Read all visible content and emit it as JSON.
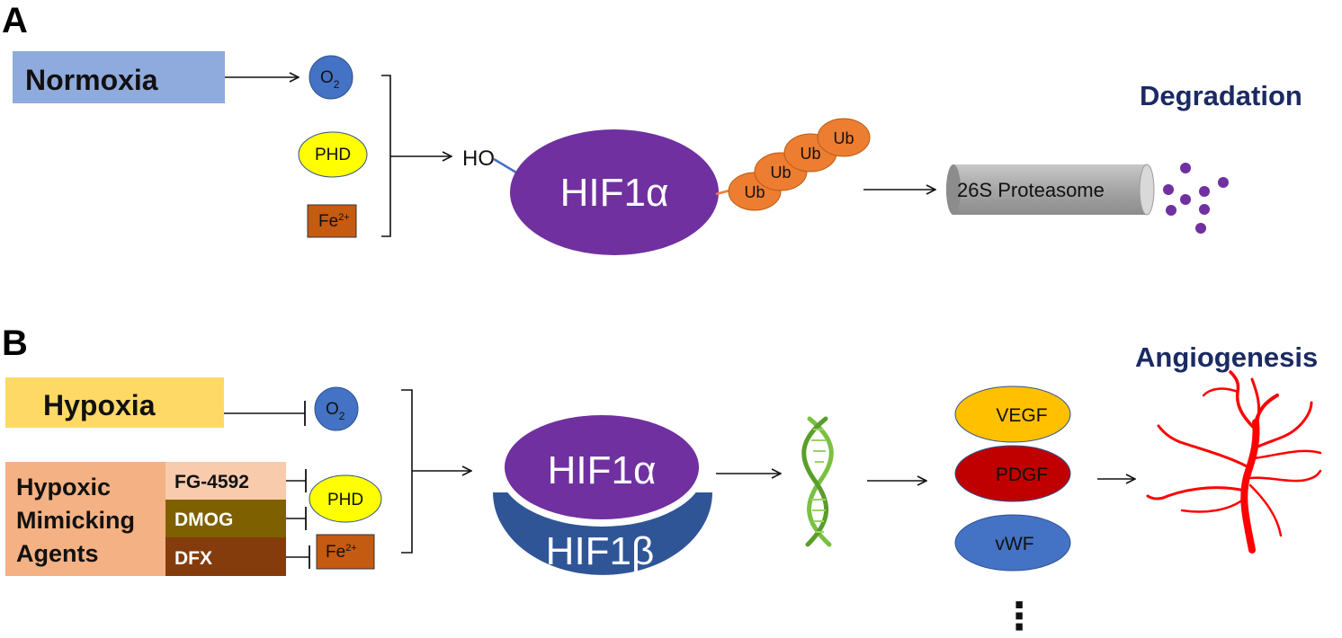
{
  "panel_a": {
    "letter": "A",
    "condition": "Normoxia",
    "o2": {
      "base": "O",
      "sub": "2"
    },
    "phd": "PHD",
    "fe": {
      "base": "Fe",
      "sup": "2+"
    },
    "ho": "HO",
    "hif1a": "HIF1α",
    "ub_labels": [
      "Ub",
      "Ub",
      "Ub",
      "Ub"
    ],
    "proteasome": "26S Proteasome",
    "outcome": "Degradation"
  },
  "panel_b": {
    "letter": "B",
    "condition": "Hypoxia",
    "agents_lines": [
      "Hypoxic",
      "Mimicking",
      "Agents"
    ],
    "drugs": [
      "FG-4592",
      "DMOG",
      "DFX"
    ],
    "o2": {
      "base": "O",
      "sub": "2"
    },
    "phd": "PHD",
    "fe": {
      "base": "Fe",
      "sup": "2+"
    },
    "hif1a": "HIF1α",
    "hif1b": "HIF1β",
    "factors": [
      "VEGF",
      "PDGF",
      "vWF"
    ],
    "ellipsis": "⋮",
    "outcome": "Angiogenesis"
  },
  "colors": {
    "normoxia_box": "#8faadc",
    "hypoxia_box": "#ffd966",
    "agents_box": "#f4b183",
    "fg4592_box": "#f8cbad",
    "dmog_box": "#7f6000",
    "dfx_box": "#843c0c",
    "o2_circle": "#4472c4",
    "phd_ellipse": "#ffff00",
    "fe_box": "#c55a11",
    "hif1a": "#7030a0",
    "hif1b": "#2f5597",
    "ub": "#ed7d31",
    "proteasome": "#a6a6a6",
    "vegf": "#ffc000",
    "pdgf": "#c00000",
    "vwf": "#4472c4",
    "vessel": "#ff0000",
    "dna": "#7ac142",
    "title_navy": "#1b2a63"
  }
}
